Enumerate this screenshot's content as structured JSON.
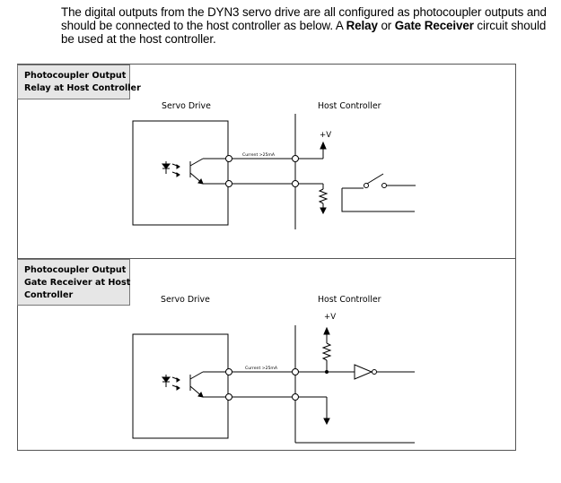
{
  "intro": {
    "text_a": "The digital outputs from the DYN3 servo drive are all configured as photocoupler outputs and should be connected to the host controller as below.  A ",
    "relay": "Relay",
    "or": " or ",
    "gate_receiver": "Gate Receiver",
    "text_b": " circuit should be used at the host controller."
  },
  "section1": {
    "label_line1": "Photocoupler Output",
    "label_line2": "Relay at Host Controller",
    "servo_drive": "Servo Drive",
    "host_controller": "Host Controller",
    "current": "Current >25mA",
    "plus_v": "+V"
  },
  "section2": {
    "label_line1": "Photocoupler Output",
    "label_line2": "Gate Receiver at Host",
    "label_line3": "Controller",
    "servo_drive": "Servo Drive",
    "host_controller": "Host Controller",
    "current": "Current >25mA",
    "plus_v": "+V"
  }
}
